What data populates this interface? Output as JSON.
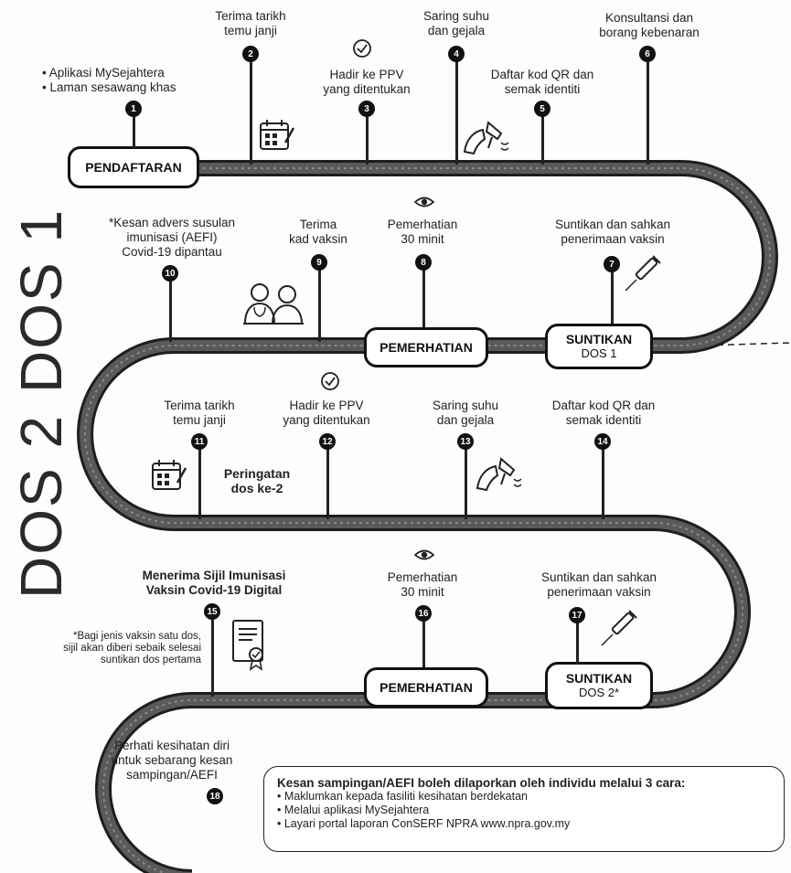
{
  "dose_labels": {
    "dose1": "DOS 1",
    "dose2": "DOS 2"
  },
  "stages": {
    "registration": {
      "title": "PENDAFTARAN"
    },
    "observation1": {
      "title": "PEMERHATIAN"
    },
    "injection1": {
      "title": "SUNTIKAN",
      "sub": "DOS 1"
    },
    "observation2": {
      "title": "PEMERHATIAN"
    },
    "injection2": {
      "title": "SUNTIKAN",
      "sub": "DOS 2*"
    }
  },
  "steps": [
    {
      "num": "1",
      "line1": "• Aplikasi MySejahtera",
      "line2": "• Laman sesawang khas"
    },
    {
      "num": "2",
      "line1": "Terima tarikh",
      "line2": "temu janji"
    },
    {
      "num": "3",
      "line1": "Hadir ke PPV",
      "line2": "yang ditentukan"
    },
    {
      "num": "4",
      "line1": "Saring suhu",
      "line2": "dan gejala"
    },
    {
      "num": "5",
      "line1": "Daftar kod QR dan",
      "line2": "semak identiti"
    },
    {
      "num": "6",
      "line1": "Konsultansi dan",
      "line2": "borang kebenaran"
    },
    {
      "num": "7",
      "line1": "Suntikan dan sahkan",
      "line2": "penerimaan vaksin"
    },
    {
      "num": "8",
      "line1": "Pemerhatian",
      "line2": "30 minit"
    },
    {
      "num": "9",
      "line1": "Terima",
      "line2": "kad vaksin"
    },
    {
      "num": "10",
      "line1": "*Kesan advers susulan",
      "line2": "imunisasi (AEFI)",
      "line3": "Covid-19 dipantau"
    },
    {
      "num": "11",
      "line1": "Terima tarikh",
      "line2": "temu janji"
    },
    {
      "num": "12",
      "line1": "Hadir ke PPV",
      "line2": "yang ditentukan"
    },
    {
      "num": "13",
      "line1": "Saring suhu",
      "line2": "dan gejala"
    },
    {
      "num": "14",
      "line1": "Daftar kod QR dan",
      "line2": "semak identiti"
    },
    {
      "num": "15",
      "line1": "Menerima Sijil Imunisasi",
      "line2": "Vaksin Covid-19 Digital"
    },
    {
      "num": "16",
      "line1": "Pemerhatian",
      "line2": "30 minit"
    },
    {
      "num": "17",
      "line1": "Suntikan dan sahkan",
      "line2": "penerimaan vaksin"
    },
    {
      "num": "18",
      "line1": "Perhati kesihatan diri",
      "line2": "untuk sebarang kesan",
      "line3": "sampingan/AEFI"
    }
  ],
  "reminder": {
    "line1": "Peringatan",
    "line2": "dos ke-2"
  },
  "single_dose_note": {
    "line1": "*Bagi jenis vaksin satu dos,",
    "line2": "sijil akan diberi sebaik selesai",
    "line3": "suntikan dos pertama"
  },
  "info_box": {
    "title": "Kesan sampingan/AEFI boleh dilaporkan oleh individu melalui 3 cara:",
    "items": [
      "Maklumkan kepada fasiliti kesihatan berdekatan",
      "Melalui aplikasi MySejahtera",
      "Layari portal laporan ConSERF NPRA www.npra.gov.my"
    ]
  },
  "icons": [
    "calendar-icon",
    "check-circle-icon",
    "thermometer-scan-icon",
    "eye-icon",
    "syringe-icon",
    "doctor-patient-icon",
    "certificate-icon"
  ],
  "colors": {
    "road": "#4a4a4a",
    "road_edge": "#1e1e1e",
    "badge": "#111111",
    "stage_border": "#111111"
  }
}
